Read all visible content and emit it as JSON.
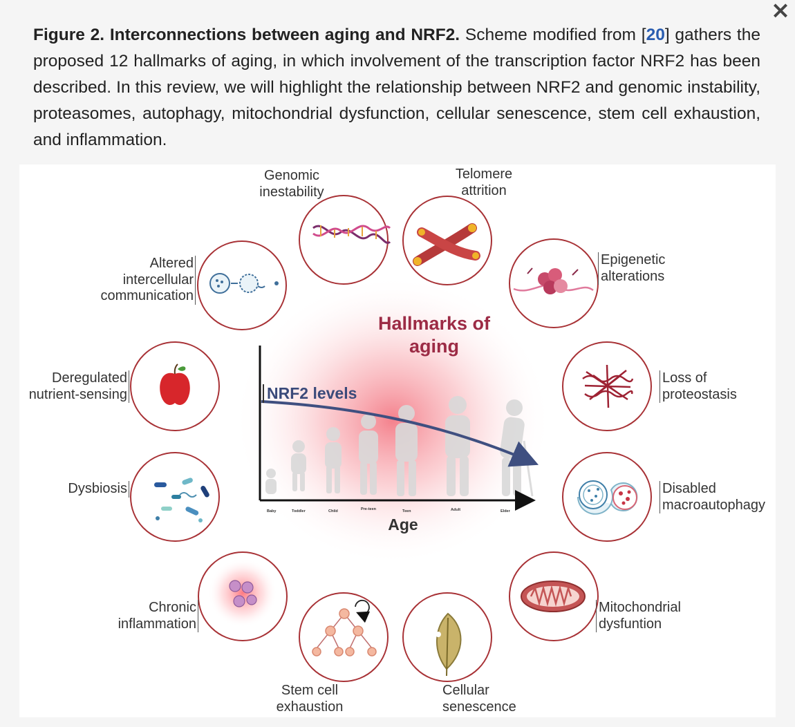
{
  "dialog": {
    "close_symbol": "×"
  },
  "caption": {
    "label": "Figure 2. Interconnections between aging and NRF2.",
    "text_before_ref": " Scheme modified from [",
    "ref": "20",
    "text_after_ref": "] gathers the proposed 12 hallmarks of aging, in which involvement of the transcription factor NRF2 has been described. In this review, we will highlight the relationship between NRF2 and genomic instability, proteasomes, autophagy, mitochondrial dysfunction, cellular senescence, stem cell exhaustion, and inflammation."
  },
  "figure": {
    "center_title": "Hallmarks of aging",
    "center_title_l1": "Hallmarks of",
    "center_title_l2": "aging",
    "y_axis_label": "NRF2 levels",
    "x_axis_label": "Age",
    "stages": [
      "Baby",
      "Toddler",
      "Child",
      "Pre-teen",
      "Teen",
      "Adult",
      "Elder"
    ],
    "hallmarks": [
      {
        "key": "genomic",
        "l1": "Genomic",
        "l2": "inestability",
        "icon": "dna-icon"
      },
      {
        "key": "telomere",
        "l1": "Telomere",
        "l2": "attrition",
        "icon": "chromosome-icon"
      },
      {
        "key": "epigenetic",
        "l1": "Epigenetic",
        "l2": "alterations",
        "icon": "nucleosome-icon"
      },
      {
        "key": "proteostasis",
        "l1": "Loss of",
        "l2": "proteostasis",
        "icon": "protein-aggregate-icon"
      },
      {
        "key": "macroautophagy",
        "l1": "Disabled",
        "l2": "macroautophagy",
        "icon": "autophagosome-icon"
      },
      {
        "key": "mitochondrial",
        "l1": "Mitochondrial",
        "l2": "dysfuntion",
        "icon": "mitochondrion-icon"
      },
      {
        "key": "senescence",
        "l1": "Cellular",
        "l2": "senescence",
        "icon": "leaf-icon"
      },
      {
        "key": "stemcell",
        "l1": "Stem cell",
        "l2": "exhaustion",
        "icon": "cell-lineage-icon"
      },
      {
        "key": "inflammation",
        "l1": "Chronic",
        "l2": "inflammation",
        "icon": "immune-cells-icon"
      },
      {
        "key": "dysbiosis",
        "l1": "Dysbiosis",
        "icon": "bacteria-icon"
      },
      {
        "key": "nutrient",
        "l1": "Deregulated",
        "l2": "nutrient-sensing",
        "icon": "apple-icon"
      },
      {
        "key": "intercellular",
        "l1": "Altered",
        "l2": "intercellular",
        "l3": "communication",
        "icon": "cell-signaling-icon"
      }
    ],
    "colors": {
      "circle_stroke": "#a83236",
      "title": "#9c2b45",
      "nrf2_arrow": "#3f4f80",
      "glow": "#f26b78"
    }
  }
}
